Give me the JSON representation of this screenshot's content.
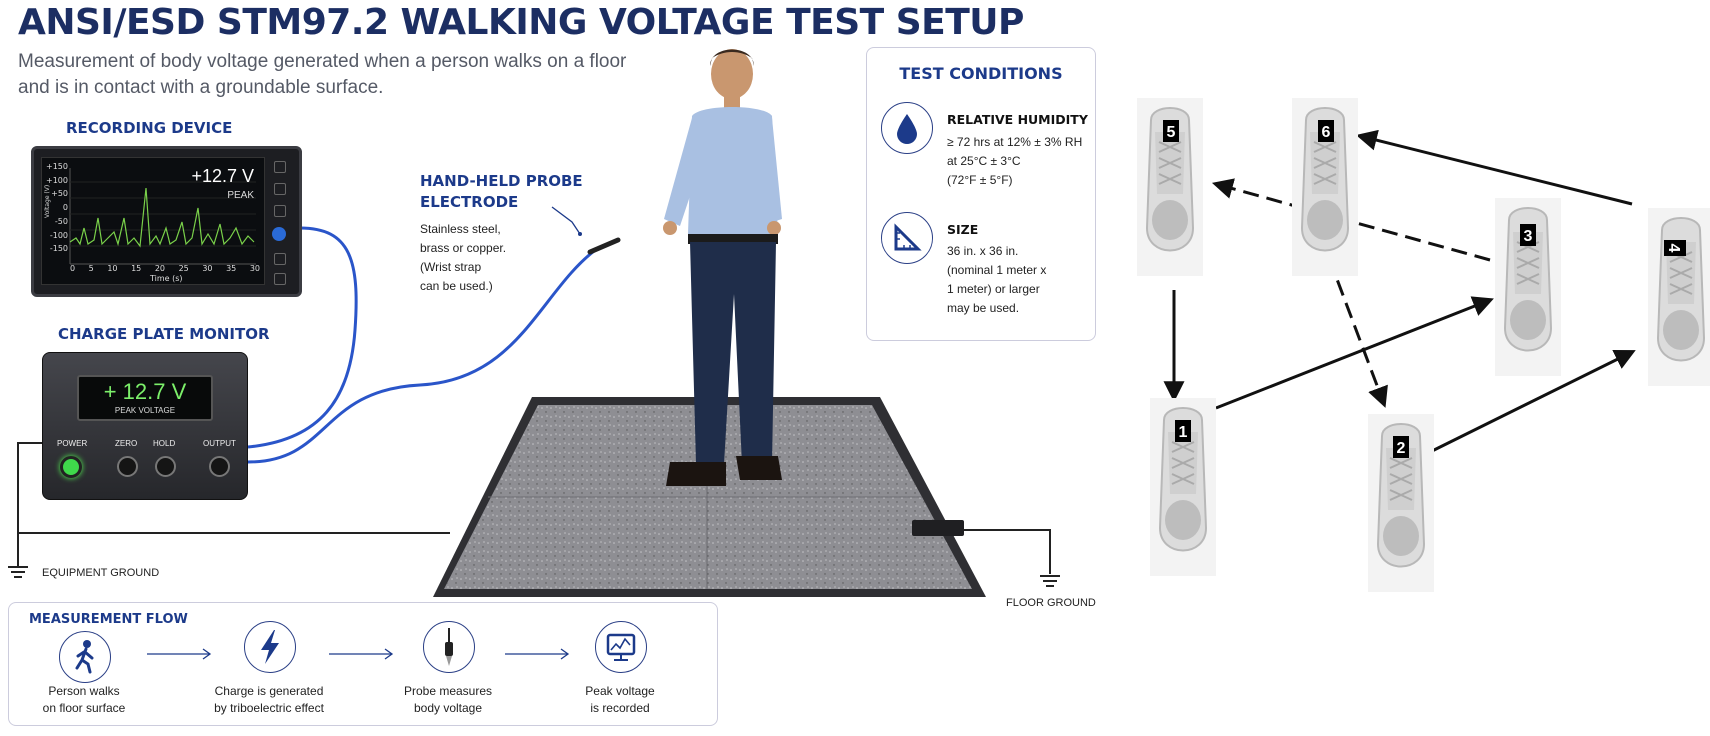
{
  "header": {
    "title": "ANSI/ESD STM97.2 WALKING VOLTAGE TEST SETUP",
    "subtitle_line1": "Measurement of body voltage generated when a person walks on a floor",
    "subtitle_line2": "and is in contact with a groundable surface."
  },
  "recording_device": {
    "label": "RECORDING DEVICE",
    "readout": "+12.7 V",
    "readout_sub": "PEAK",
    "y_axis_label": "Voltage (V)",
    "x_axis_label": "Time (s)",
    "y_ticks": [
      "+150",
      "+100",
      "+50",
      "0",
      "-50",
      "-100",
      "-150"
    ],
    "x_ticks": [
      "0",
      "5",
      "10",
      "15",
      "20",
      "25",
      "30",
      "35",
      "30"
    ]
  },
  "charge_plate_monitor": {
    "label": "CHARGE PLATE MONITOR",
    "display": "+ 12.7 V",
    "display_sub": "PEAK VOLTAGE",
    "buttons": [
      "POWER",
      "ZERO",
      "HOLD",
      "OUTPUT"
    ]
  },
  "probe": {
    "label_line1": "HAND-HELD PROBE",
    "label_line2": "ELECTRODE",
    "desc": [
      "Stainless steel,",
      "brass or copper.",
      "(Wrist strap",
      "can be used.)"
    ]
  },
  "test_conditions": {
    "title": "TEST CONDITIONS",
    "humidity_title": "RELATIVE HUMIDITY",
    "humidity_lines": [
      "≥ 72 hrs at 12% ± 3% RH",
      "at 25°C ± 3°C",
      "(72°F ± 5°F)"
    ],
    "size_title": "SIZE",
    "size_lines": [
      "36 in. x 36 in.",
      "(nominal 1 meter x",
      "1 meter) or larger",
      "may be used."
    ]
  },
  "grounds": {
    "equipment": "EQUIPMENT GROUND",
    "floor": "FLOOR GROUND"
  },
  "measurement_flow": {
    "title": "MEASUREMENT FLOW",
    "steps": [
      {
        "line1": "Person walks",
        "line2": "on floor surface",
        "icon": "walking-person-icon"
      },
      {
        "line1": "Charge is generated",
        "line2": "by triboelectric effect",
        "icon": "lightning-icon"
      },
      {
        "line1": "Probe measures",
        "line2": "body voltage",
        "icon": "probe-icon"
      },
      {
        "line1": "Peak voltage",
        "line2": "is recorded",
        "icon": "monitor-chart-icon"
      }
    ]
  },
  "walking_pattern": {
    "steps": [
      "1",
      "2",
      "3",
      "4",
      "5",
      "6"
    ]
  },
  "colors": {
    "title_blue": "#1c2e63",
    "accent_blue": "#1c3a8a",
    "signal_green": "#7ad14a",
    "display_green": "#7cf06a",
    "cable_blue": "#2a55c9"
  }
}
